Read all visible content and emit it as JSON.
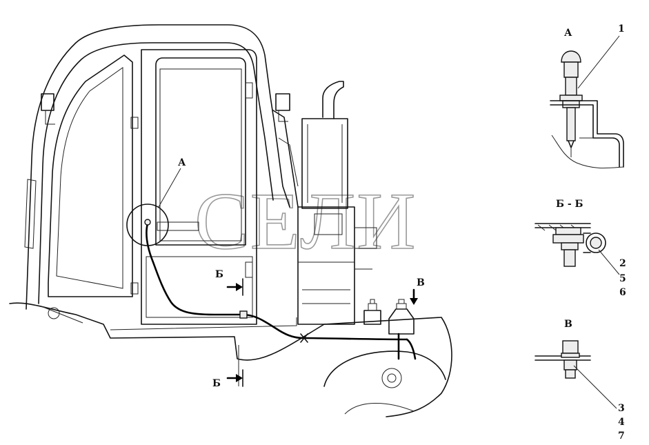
{
  "watermark": "СЕЛИ",
  "main_view": {
    "callout_A": "А",
    "section_B_top": "Б",
    "section_B_bottom": "Б",
    "view_V": "В"
  },
  "detail_A": {
    "title": "А",
    "parts": [
      "1"
    ]
  },
  "detail_BB": {
    "title": "Б - Б",
    "parts": [
      "2",
      "5",
      "6"
    ]
  },
  "detail_V": {
    "title": "В",
    "parts": [
      "3",
      "4",
      "7"
    ]
  }
}
